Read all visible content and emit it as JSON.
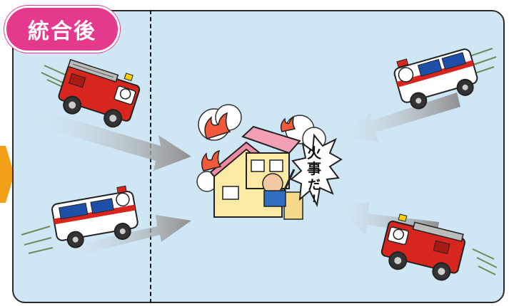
{
  "badge": {
    "label": "統合後"
  },
  "shout": {
    "line1": "火",
    "line2": "事",
    "line3": "だ",
    "line4": "!"
  },
  "colors": {
    "panel_bg": "#cfe7f4",
    "badge_bg": "#e4398c",
    "orange_tab": "#f2a019",
    "arrow": "#9a9a9a",
    "fire_truck": "#d8261f",
    "ambulance_stripe": "#1d4fa8"
  },
  "vehicles": [
    {
      "name": "fire-truck",
      "position": "top-left"
    },
    {
      "name": "ambulance",
      "position": "bottom-left"
    },
    {
      "name": "ambulance",
      "position": "top-right"
    },
    {
      "name": "fire-truck",
      "position": "bottom-right"
    }
  ],
  "icons": [
    "fire-truck-icon",
    "ambulance-icon",
    "burning-house-icon",
    "arrow-icon",
    "speech-burst-icon"
  ]
}
